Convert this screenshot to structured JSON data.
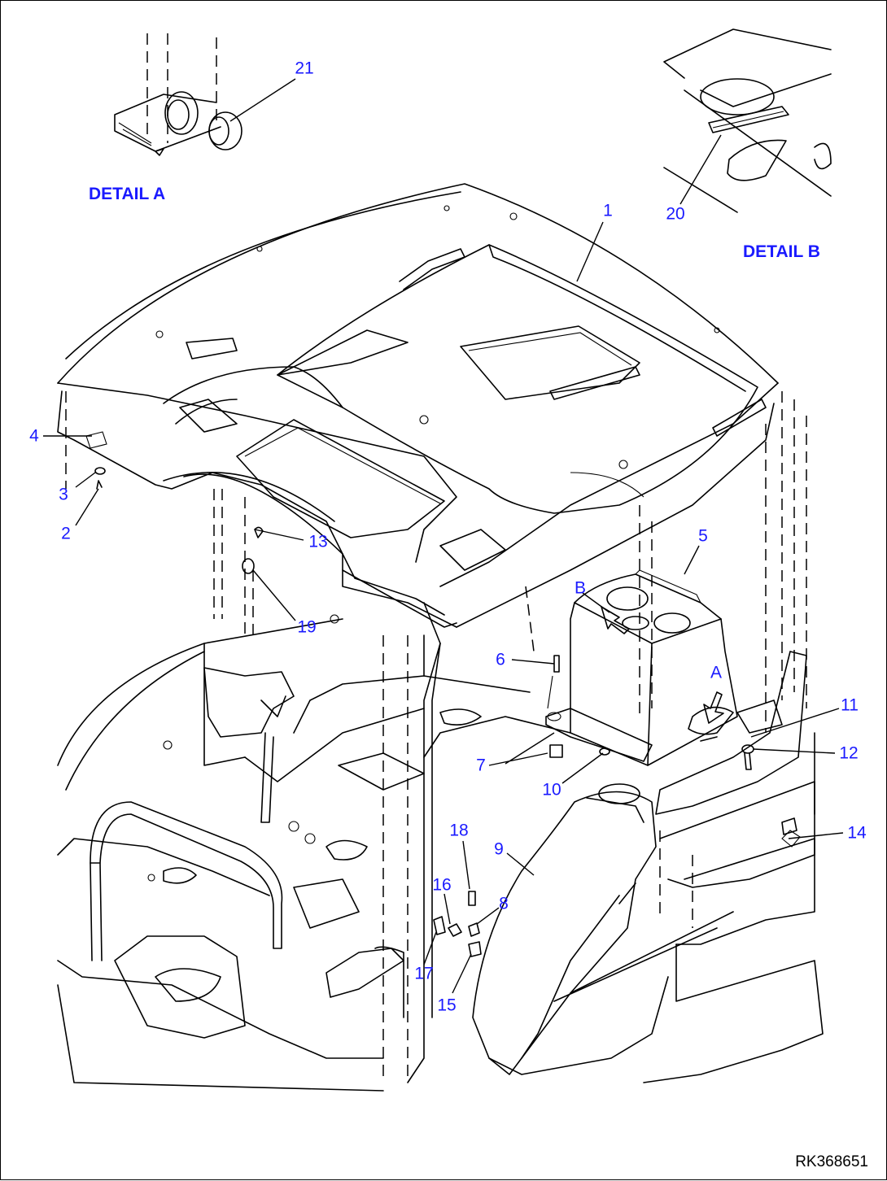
{
  "colors": {
    "label": "#1a1aff",
    "line": "#000000",
    "background": "#ffffff"
  },
  "captions": {
    "detail_a": "DETAIL A",
    "detail_b": "DETAIL B"
  },
  "view_letters": {
    "a": "A",
    "b": "B"
  },
  "drawing_code": "RK368651",
  "callouts": [
    "1",
    "2",
    "3",
    "4",
    "5",
    "6",
    "7",
    "8",
    "9",
    "10",
    "11",
    "12",
    "13",
    "14",
    "15",
    "16",
    "17",
    "18",
    "19",
    "20",
    "21"
  ]
}
